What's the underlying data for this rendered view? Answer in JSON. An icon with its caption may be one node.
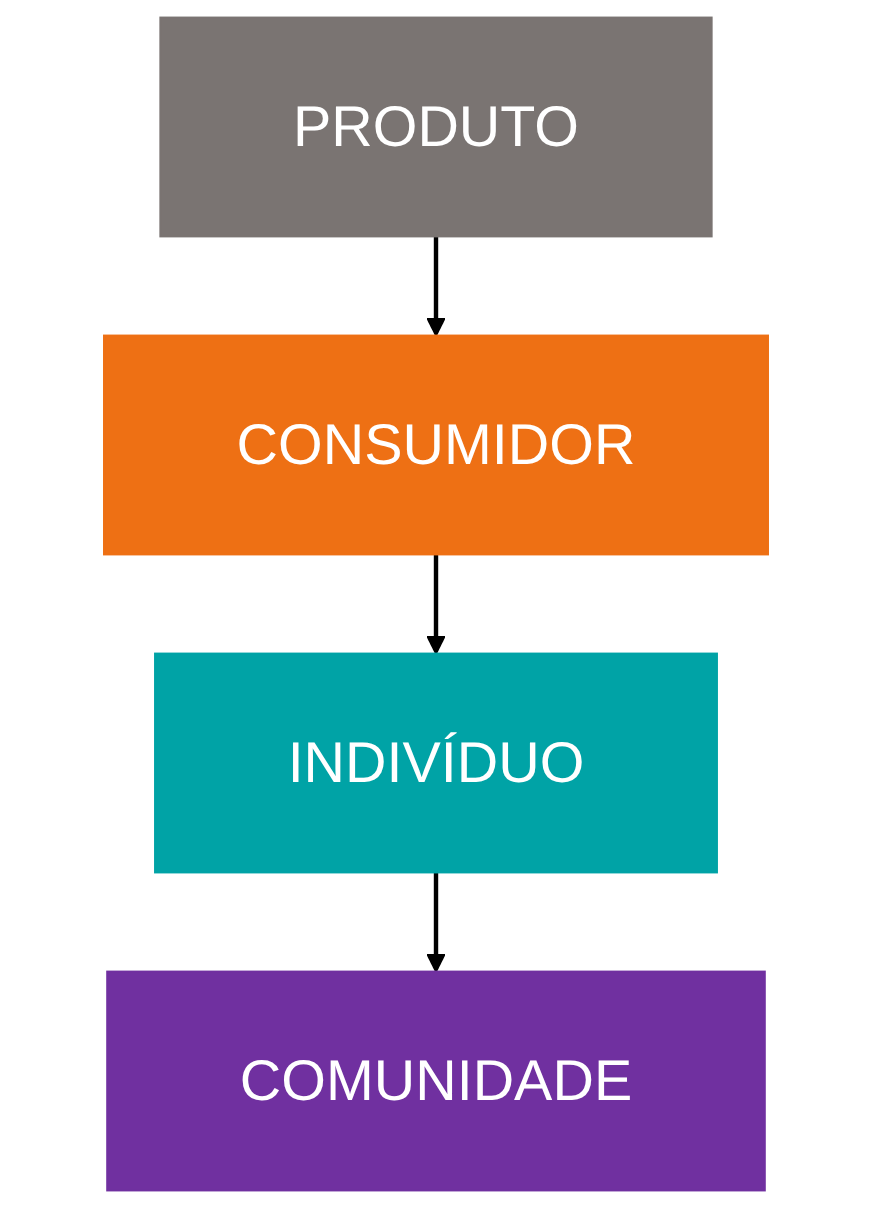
{
  "diagram": {
    "nodes": [
      {
        "text": [
          "PRODUTO"
        ]
      },
      {
        "text": [
          "CONSUMIDOR"
        ]
      },
      {
        "text": [
          "INDIVÍDUO"
        ]
      },
      {
        "text": [
          "COMUNIDADE"
        ]
      }
    ],
    "edges": [
      {
        "from": 0,
        "to": 1,
        "arrow": "to"
      },
      {
        "from": 1,
        "to": 2,
        "arrow": "to"
      },
      {
        "from": 2,
        "to": 3,
        "arrow": "to"
      }
    ]
  }
}
